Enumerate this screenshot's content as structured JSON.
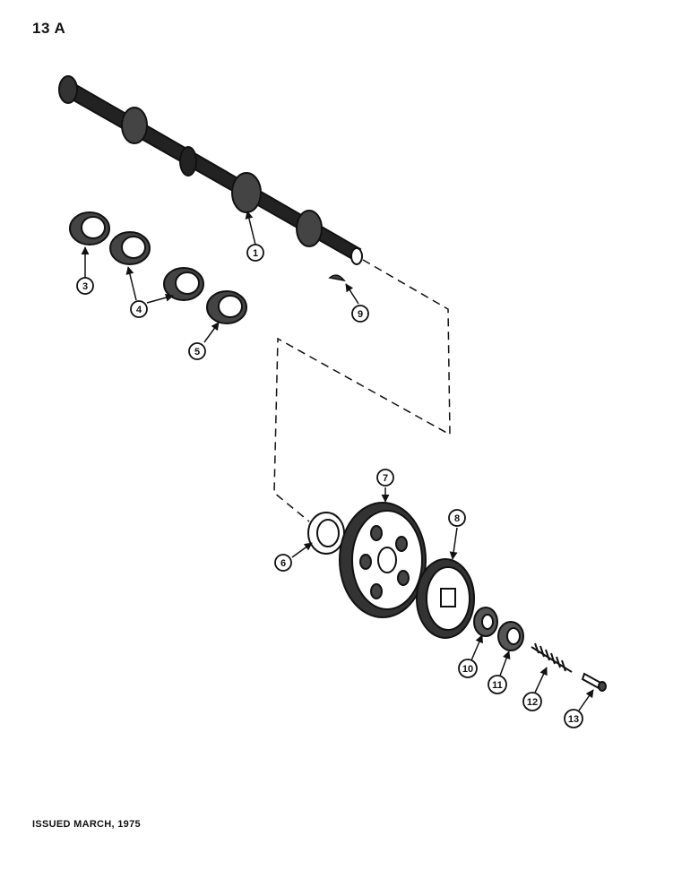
{
  "page": {
    "number": "13 A",
    "issued": "ISSUED MARCH, 1975"
  },
  "callouts": {
    "1": "1",
    "3": "3",
    "4": "4",
    "5": "5",
    "6": "6",
    "7": "7",
    "8": "8",
    "9": "9",
    "10": "10",
    "11": "11",
    "12": "12",
    "13": "13"
  }
}
